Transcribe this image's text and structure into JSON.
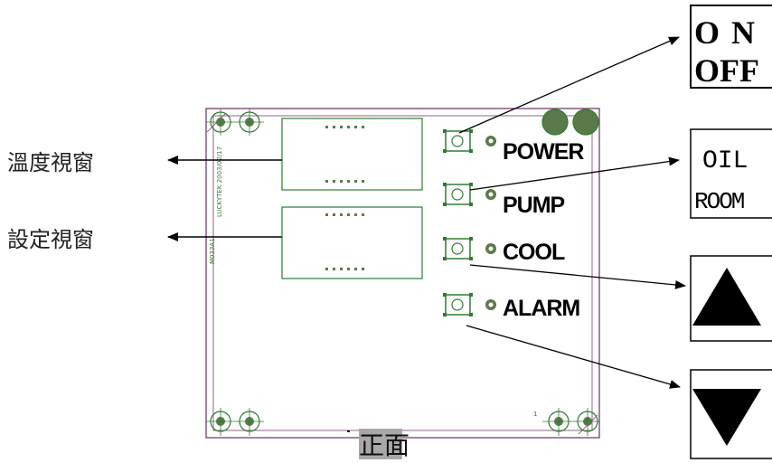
{
  "labels": {
    "temp_window": "溫度視窗",
    "set_window": "設定視窗",
    "front": "正面"
  },
  "indicators": [
    {
      "key": "power",
      "label": "POWER"
    },
    {
      "key": "pump",
      "label": "PUMP"
    },
    {
      "key": "cool",
      "label": "COOL"
    },
    {
      "key": "alarm",
      "label": "ALARM"
    }
  ],
  "buttons": {
    "onoff": {
      "line1": "O N",
      "line2": "OFF"
    },
    "oilroom": {
      "line1": "OIL",
      "line2": "ROOM"
    },
    "up_icon": "up-triangle-icon",
    "down_icon": "down-triangle-icon"
  },
  "board_silkscreen": {
    "line1": "LUCKYTEK 2003/02/17",
    "line2": "M033A1",
    "pin_mark": "1"
  },
  "colors": {
    "board_outline": "#7a3c6e",
    "component": "#2e7d32",
    "pad_fill": "#5a7a4a",
    "arrow": "#000000",
    "front_label_bg": "#a8a8a8"
  }
}
